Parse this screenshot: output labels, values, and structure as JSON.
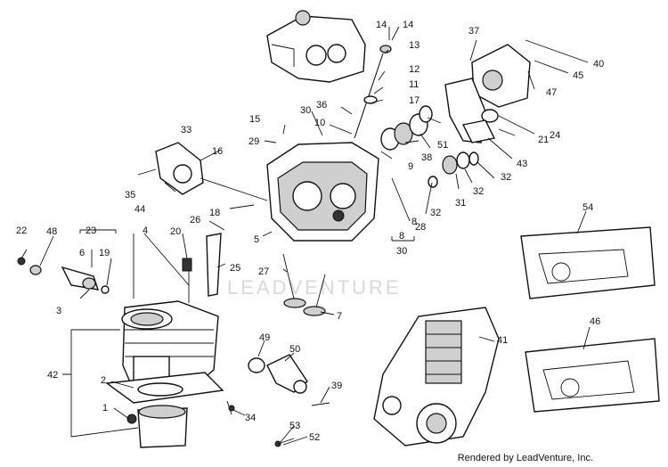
{
  "watermark": "LEADVENTURE",
  "credit": "Rendered by LeadVenture, Inc.",
  "callouts": [
    {
      "id": "c1",
      "text": "1"
    },
    {
      "id": "c2",
      "text": "2"
    },
    {
      "id": "c3",
      "text": "3"
    },
    {
      "id": "c4",
      "text": "4"
    },
    {
      "id": "c5",
      "text": "5"
    },
    {
      "id": "c6",
      "text": "6"
    },
    {
      "id": "c7",
      "text": "7"
    },
    {
      "id": "c8a",
      "text": "8"
    },
    {
      "id": "c8b",
      "text": "8"
    },
    {
      "id": "c9",
      "text": "9"
    },
    {
      "id": "c10",
      "text": "10"
    },
    {
      "id": "c11",
      "text": "11"
    },
    {
      "id": "c12",
      "text": "12"
    },
    {
      "id": "c13",
      "text": "13"
    },
    {
      "id": "c14a",
      "text": "14"
    },
    {
      "id": "c14b",
      "text": "14"
    },
    {
      "id": "c15",
      "text": "15"
    },
    {
      "id": "c16",
      "text": "16"
    },
    {
      "id": "c17",
      "text": "17"
    },
    {
      "id": "c18",
      "text": "18"
    },
    {
      "id": "c19",
      "text": "19"
    },
    {
      "id": "c20",
      "text": "20"
    },
    {
      "id": "c21",
      "text": "21"
    },
    {
      "id": "c22",
      "text": "22"
    },
    {
      "id": "c23",
      "text": "23"
    },
    {
      "id": "c24",
      "text": "24"
    },
    {
      "id": "c25",
      "text": "25"
    },
    {
      "id": "c26",
      "text": "26"
    },
    {
      "id": "c27",
      "text": "27"
    },
    {
      "id": "c28",
      "text": "28"
    },
    {
      "id": "c29",
      "text": "29"
    },
    {
      "id": "c30a",
      "text": "30"
    },
    {
      "id": "c30b",
      "text": "30"
    },
    {
      "id": "c31",
      "text": "31"
    },
    {
      "id": "c32a",
      "text": "32"
    },
    {
      "id": "c32b",
      "text": "32"
    },
    {
      "id": "c32c",
      "text": "32"
    },
    {
      "id": "c33",
      "text": "33"
    },
    {
      "id": "c34",
      "text": "34"
    },
    {
      "id": "c35",
      "text": "35"
    },
    {
      "id": "c36",
      "text": "36"
    },
    {
      "id": "c37",
      "text": "37"
    },
    {
      "id": "c38",
      "text": "38"
    },
    {
      "id": "c39",
      "text": "39"
    },
    {
      "id": "c40",
      "text": "40"
    },
    {
      "id": "c41",
      "text": "41"
    },
    {
      "id": "c42",
      "text": "42"
    },
    {
      "id": "c43",
      "text": "43"
    },
    {
      "id": "c44",
      "text": "44"
    },
    {
      "id": "c45",
      "text": "45"
    },
    {
      "id": "c46",
      "text": "46"
    },
    {
      "id": "c47",
      "text": "47"
    },
    {
      "id": "c48",
      "text": "48"
    },
    {
      "id": "c49",
      "text": "49"
    },
    {
      "id": "c50",
      "text": "50"
    },
    {
      "id": "c51",
      "text": "51"
    },
    {
      "id": "c52",
      "text": "52"
    },
    {
      "id": "c53",
      "text": "53"
    },
    {
      "id": "c54",
      "text": "54"
    }
  ]
}
